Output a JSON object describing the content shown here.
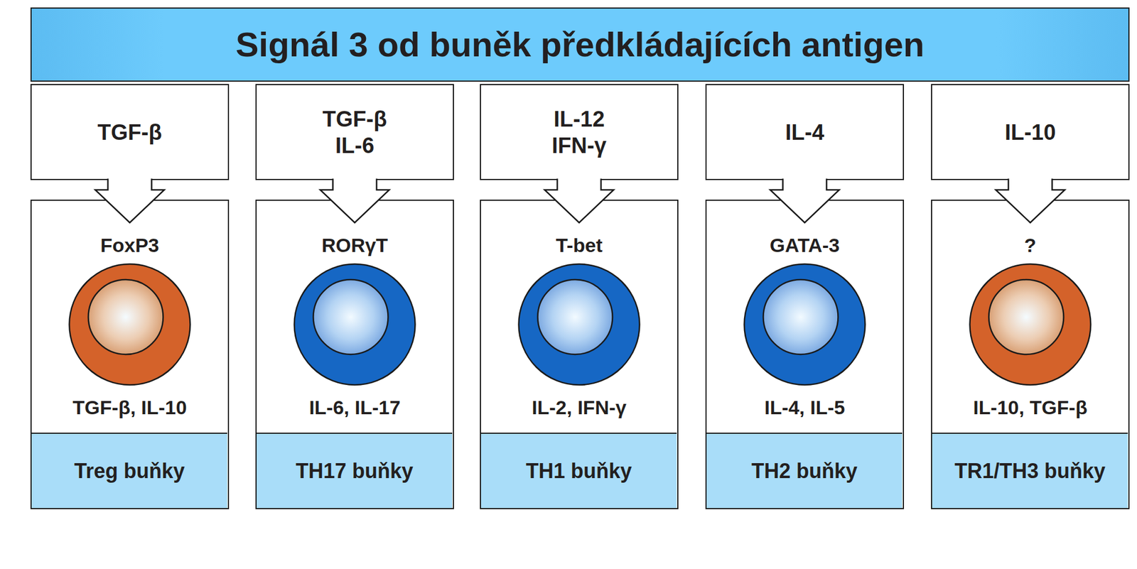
{
  "diagram": {
    "title": "Signál 3 od buněk předkládajících antigen",
    "nodes": [
      {
        "text": [
          "TGF-β"
        ]
      },
      {
        "text": [
          "FoxP3",
          "TGF-β, IL-10"
        ]
      },
      {
        "text": [
          "Treg buňky"
        ],
        "in": 1
      },
      {
        "text": [
          "TGF-β",
          "IL-6"
        ]
      },
      {
        "text": [
          "RORγT",
          "IL-6, IL-17"
        ]
      },
      {
        "text": [
          "TH17 buňky"
        ],
        "in": 4
      },
      {
        "text": [
          "IL-12",
          "IFN-γ"
        ]
      },
      {
        "text": [
          "T-bet",
          "IL-2, IFN-γ"
        ]
      },
      {
        "text": [
          "TH1 buňky"
        ],
        "in": 7
      },
      {
        "text": [
          "IL-4"
        ]
      },
      {
        "text": [
          "GATA-3",
          "IL-4, IL-5"
        ]
      },
      {
        "text": [
          "TH2 buňky"
        ],
        "in": 10
      },
      {
        "text": [
          "IL-10"
        ]
      },
      {
        "text": [
          "?",
          "IL-10, TGF-β"
        ]
      },
      {
        "text": [
          "TR1/TH3 buňky"
        ],
        "in": 13
      }
    ],
    "edges": [
      {
        "from": 0,
        "to": 1,
        "arrow": "to"
      },
      {
        "from": 3,
        "to": 4,
        "arrow": "to"
      },
      {
        "from": 6,
        "to": 7,
        "arrow": "to"
      },
      {
        "from": 9,
        "to": 10,
        "arrow": "to"
      },
      {
        "from": 12,
        "to": 13,
        "arrow": "to"
      }
    ]
  }
}
